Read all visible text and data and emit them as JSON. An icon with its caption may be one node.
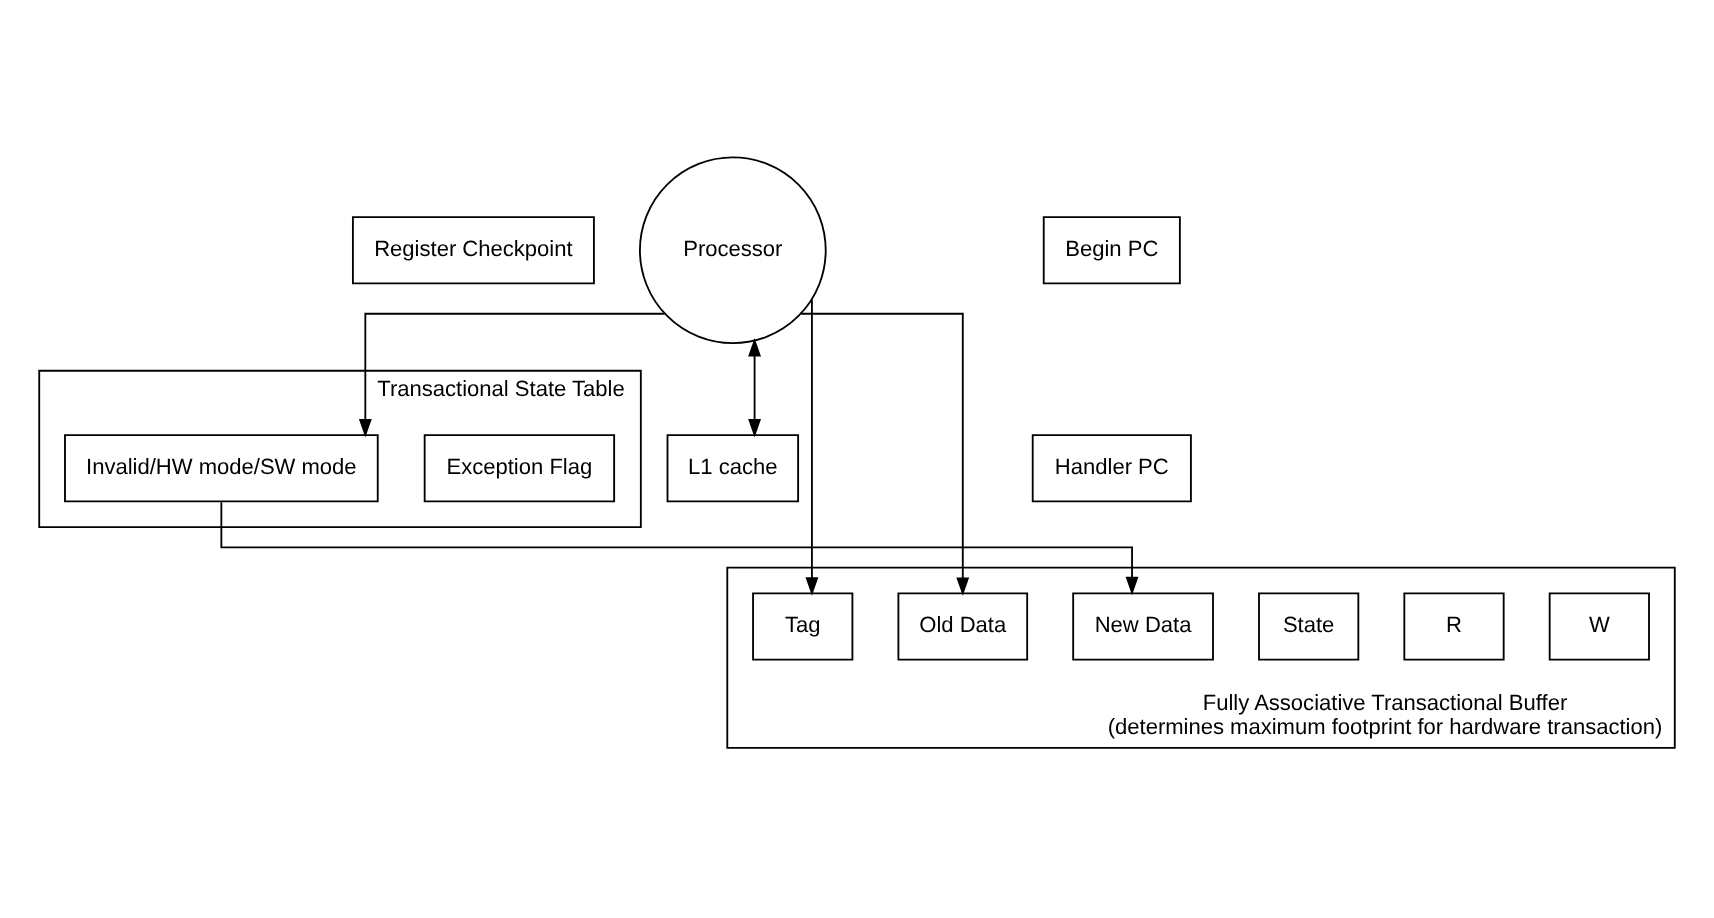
{
  "diagram": {
    "nodes": [
      {
        "text": [
          "Register Checkpoint"
        ]
      },
      {
        "text": [
          "Processor"
        ]
      },
      {
        "text": [
          "Begin PC"
        ]
      },
      {
        "text": [
          "Handler PC"
        ]
      },
      {
        "text": [
          "Transactional State Table"
        ]
      },
      {
        "text": [
          "Invalid/HW mode/SW mode"
        ],
        "in": 4
      },
      {
        "text": [
          "Exception Flag"
        ],
        "in": 4
      },
      {
        "text": [
          "L1 cache"
        ]
      },
      {
        "text": [
          "Fully Associative Transactional Buffer",
          "(determines maximum footprint for hardware transaction)"
        ]
      },
      {
        "text": [
          "Tag"
        ],
        "in": 8
      },
      {
        "text": [
          "Old Data"
        ],
        "in": 8
      },
      {
        "text": [
          "New Data"
        ],
        "in": 8
      },
      {
        "text": [
          "State"
        ],
        "in": 8
      },
      {
        "text": [
          "R"
        ],
        "in": 8
      },
      {
        "text": [
          "W"
        ],
        "in": 8
      }
    ],
    "edges": [
      {
        "from": 1,
        "to": 5,
        "arrow": "to"
      },
      {
        "from": 1,
        "to": 9,
        "arrow": "to"
      },
      {
        "from": 1,
        "to": 7,
        "arrow": "both"
      },
      {
        "from": 1,
        "to": 10,
        "arrow": "to"
      },
      {
        "from": 5,
        "to": 11,
        "arrow": "to"
      }
    ]
  }
}
